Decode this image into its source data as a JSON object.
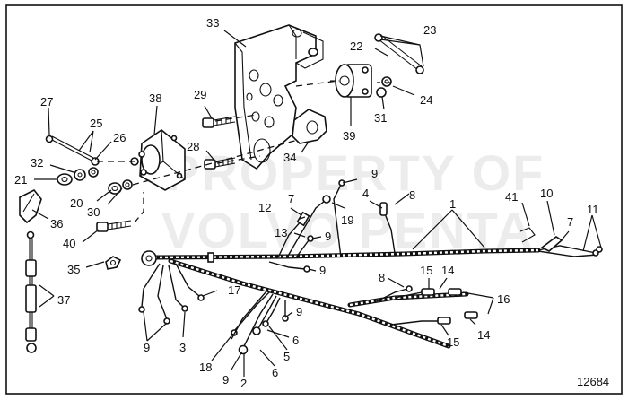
{
  "figure_number": "12684",
  "watermark": [
    "PROPERTY OF",
    "VOLVO PENTA"
  ],
  "callouts": [
    {
      "id": "c1",
      "text": "1"
    },
    {
      "id": "c2",
      "text": "2"
    },
    {
      "id": "c3",
      "text": "3"
    },
    {
      "id": "c4",
      "text": "4"
    },
    {
      "id": "c5",
      "text": "5"
    },
    {
      "id": "c6a",
      "text": "6"
    },
    {
      "id": "c6b",
      "text": "6"
    },
    {
      "id": "c7a",
      "text": "7"
    },
    {
      "id": "c7b",
      "text": "7"
    },
    {
      "id": "c8a",
      "text": "8"
    },
    {
      "id": "c8b",
      "text": "8"
    },
    {
      "id": "c9a",
      "text": "9"
    },
    {
      "id": "c9b",
      "text": "9"
    },
    {
      "id": "c9c",
      "text": "9"
    },
    {
      "id": "c9d",
      "text": "9"
    },
    {
      "id": "c9e",
      "text": "9"
    },
    {
      "id": "c9f",
      "text": "9"
    },
    {
      "id": "c10",
      "text": "10"
    },
    {
      "id": "c11",
      "text": "11"
    },
    {
      "id": "c12",
      "text": "12"
    },
    {
      "id": "c13",
      "text": "13"
    },
    {
      "id": "c14a",
      "text": "14"
    },
    {
      "id": "c14b",
      "text": "14"
    },
    {
      "id": "c15a",
      "text": "15"
    },
    {
      "id": "c15b",
      "text": "15"
    },
    {
      "id": "c16",
      "text": "16"
    },
    {
      "id": "c17",
      "text": "17"
    },
    {
      "id": "c18",
      "text": "18"
    },
    {
      "id": "c19",
      "text": "19"
    },
    {
      "id": "c20",
      "text": "20"
    },
    {
      "id": "c21",
      "text": "21"
    },
    {
      "id": "c22",
      "text": "22"
    },
    {
      "id": "c23",
      "text": "23"
    },
    {
      "id": "c24",
      "text": "24"
    },
    {
      "id": "c25",
      "text": "25"
    },
    {
      "id": "c26",
      "text": "26"
    },
    {
      "id": "c27",
      "text": "27"
    },
    {
      "id": "c28",
      "text": "28"
    },
    {
      "id": "c29",
      "text": "29"
    },
    {
      "id": "c30",
      "text": "30"
    },
    {
      "id": "c31",
      "text": "31"
    },
    {
      "id": "c32",
      "text": "32"
    },
    {
      "id": "c33",
      "text": "33"
    },
    {
      "id": "c34",
      "text": "34"
    },
    {
      "id": "c35",
      "text": "35"
    },
    {
      "id": "c36",
      "text": "36"
    },
    {
      "id": "c37",
      "text": "37"
    },
    {
      "id": "c38",
      "text": "38"
    },
    {
      "id": "c39",
      "text": "39"
    },
    {
      "id": "c40",
      "text": "40"
    },
    {
      "id": "c41",
      "text": "41"
    }
  ]
}
